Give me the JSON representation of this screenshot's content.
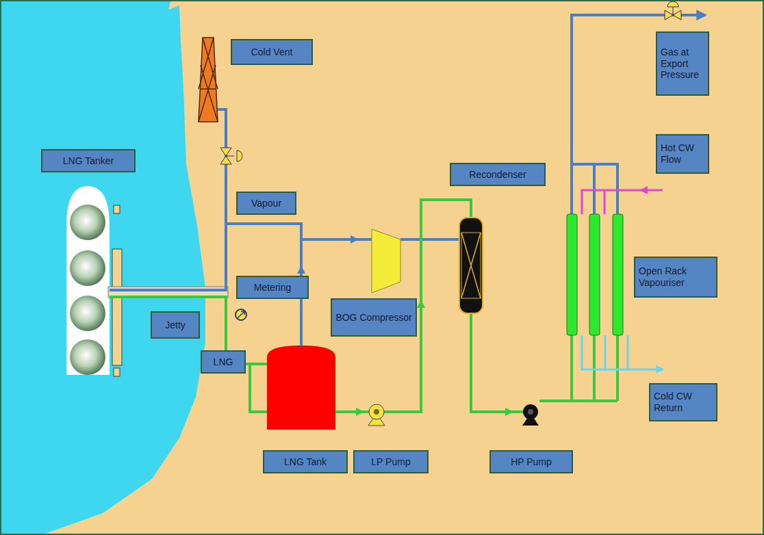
{
  "diagram": {
    "nodes": [
      {
        "text": [
          "Cold Vent"
        ]
      },
      {
        "text": [
          "Gas at Export Pressure"
        ]
      },
      {
        "text": [
          "Hot CW Flow"
        ]
      },
      {
        "text": [
          "LNG Tanker"
        ]
      },
      {
        "text": [
          "Recondenser"
        ]
      },
      {
        "text": [
          "Vapour"
        ]
      },
      {
        "text": [
          "Open Rack Vapouriser"
        ]
      },
      {
        "text": [
          "Metering"
        ]
      },
      {
        "text": [
          "BOG Compressor"
        ]
      },
      {
        "text": [
          "Jetty"
        ]
      },
      {
        "text": [
          "LNG"
        ]
      },
      {
        "text": [
          "Cold CW Return"
        ]
      },
      {
        "text": [
          "LNG Tank"
        ]
      },
      {
        "text": [
          "LP Pump"
        ]
      },
      {
        "text": [
          "HP Pump"
        ]
      }
    ]
  }
}
